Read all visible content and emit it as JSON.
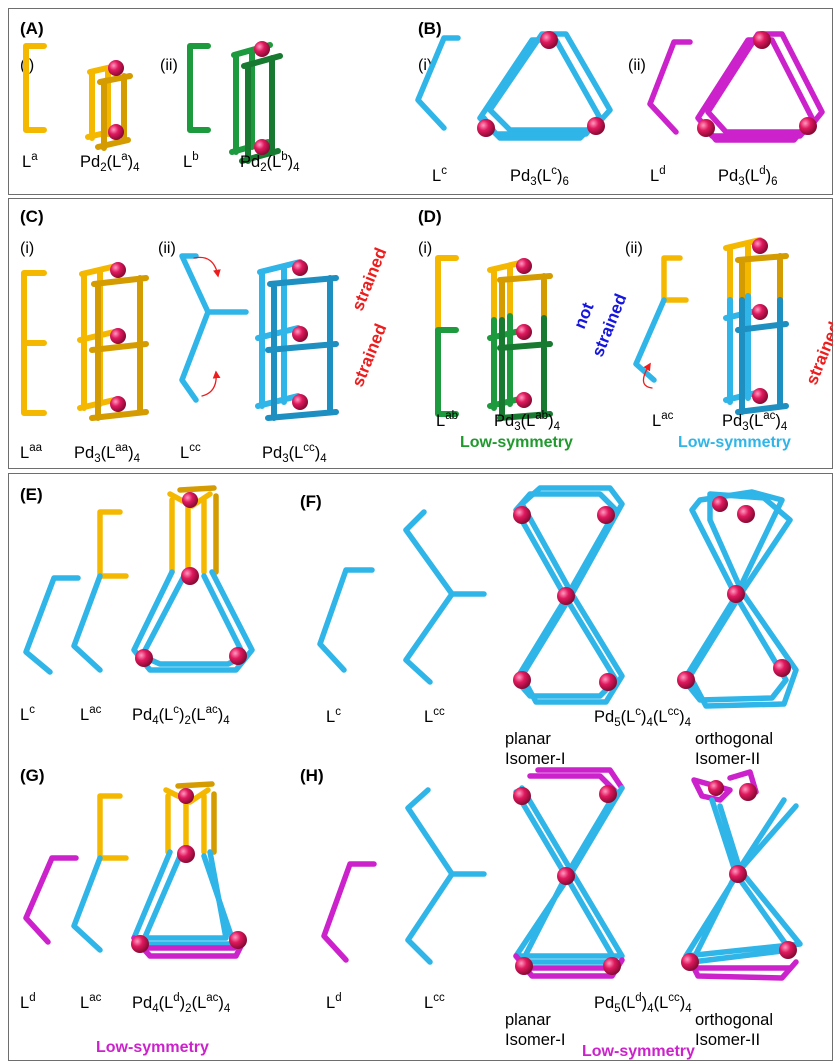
{
  "panels": {
    "A": {
      "label": "(A)",
      "sub": [
        "(i)",
        "(ii)"
      ],
      "labels": [
        {
          "base": "L",
          "sup": "a"
        },
        {
          "base": "Pd",
          "sub1": "2",
          "mid": "(L",
          "sup": "a",
          "end": ")",
          "sub2": "4"
        },
        {
          "base": "L",
          "sup": "b"
        },
        {
          "base": "Pd",
          "sub1": "2",
          "mid": "(L",
          "sup": "b",
          "end": ")",
          "sub2": "4"
        }
      ]
    },
    "B": {
      "label": "(B)",
      "sub": [
        "(i)",
        "(ii)"
      ],
      "labels": [
        {
          "base": "L",
          "sup": "c"
        },
        {
          "base": "Pd",
          "sub1": "3",
          "mid": "(L",
          "sup": "c",
          "end": ")",
          "sub2": "6"
        },
        {
          "base": "L",
          "sup": "d"
        },
        {
          "base": "Pd",
          "sub1": "3",
          "mid": "(L",
          "sup": "d",
          "end": ")",
          "sub2": "6"
        }
      ]
    },
    "C": {
      "label": "(C)",
      "sub": [
        "(i)",
        "(ii)"
      ],
      "labels": [
        {
          "base": "L",
          "sup": "aa"
        },
        {
          "base": "Pd",
          "sub1": "3",
          "mid": "(L",
          "sup": "aa",
          "end": ")",
          "sub2": "4"
        },
        {
          "base": "L",
          "sup": "cc"
        },
        {
          "base": "Pd",
          "sub1": "3",
          "mid": "(L",
          "sup": "cc",
          "end": ")",
          "sub2": "4"
        }
      ],
      "strained": [
        "strained",
        "strained"
      ]
    },
    "D": {
      "label": "(D)",
      "sub": [
        "(i)",
        "(ii)"
      ],
      "labels": [
        {
          "base": "L",
          "sup": "ab"
        },
        {
          "base": "Pd",
          "sub1": "3",
          "mid": "(L",
          "sup": "ab",
          "end": ")",
          "sub2": "4"
        },
        {
          "base": "L",
          "sup": "ac"
        },
        {
          "base": "Pd",
          "sub1": "3",
          "mid": "(L",
          "sup": "ac",
          "end": ")",
          "sub2": "4"
        }
      ],
      "not_strained": [
        "not",
        "strained"
      ],
      "strained": "strained",
      "low_sym": [
        "Low-symmetry",
        "Low-symmetry"
      ]
    },
    "E": {
      "label": "(E)",
      "labels": [
        {
          "base": "L",
          "sup": "c"
        },
        {
          "base": "L",
          "sup": "ac"
        },
        {
          "base": "Pd",
          "sub1": "4",
          "mid": "(L",
          "sup": "c",
          "end": ")",
          "sub2": "2",
          "tail": "(L",
          "sup2": "ac",
          "tail2": ")",
          "sub3": "4"
        }
      ]
    },
    "F": {
      "label": "(F)",
      "labels": [
        {
          "base": "L",
          "sup": "c"
        },
        {
          "base": "L",
          "sup": "cc"
        },
        {
          "base": "Pd",
          "sub1": "5",
          "mid": "(L",
          "sup": "c",
          "end": ")",
          "sub2": "4",
          "tail": "(L",
          "sup2": "cc",
          "tail2": ")",
          "sub3": "4"
        }
      ],
      "isomers": [
        [
          "planar",
          "Isomer-I"
        ],
        [
          "orthogonal",
          "Isomer-II"
        ]
      ]
    },
    "G": {
      "label": "(G)",
      "labels": [
        {
          "base": "L",
          "sup": "d"
        },
        {
          "base": "L",
          "sup": "ac"
        },
        {
          "base": "Pd",
          "sub1": "4",
          "mid": "(L",
          "sup": "d",
          "end": ")",
          "sub2": "2",
          "tail": "(L",
          "sup2": "ac",
          "tail2": ")",
          "sub3": "4"
        }
      ],
      "low_sym": "Low-symmetry"
    },
    "H": {
      "label": "(H)",
      "labels": [
        {
          "base": "L",
          "sup": "d"
        },
        {
          "base": "L",
          "sup": "cc"
        },
        {
          "base": "Pd",
          "sub1": "5",
          "mid": "(L",
          "sup": "d",
          "end": ")",
          "sub2": "4",
          "tail": "(L",
          "sup2": "cc",
          "tail2": ")",
          "sub3": "4"
        }
      ],
      "isomers": [
        [
          "planar",
          "Isomer-I"
        ],
        [
          "orthogonal",
          "Isomer-II"
        ]
      ],
      "low_sym": "Low-symmetry"
    }
  },
  "colors": {
    "yellow": "#F5B800",
    "green": "#1E9A3E",
    "cyan": "#2FB5E8",
    "magenta": "#CC22CC",
    "pd": "#E0195E",
    "red": "#EE1C1C",
    "blue": "#1515DD",
    "dark_green": "#1F9A2C",
    "panel_border": "#6E6E6E"
  }
}
